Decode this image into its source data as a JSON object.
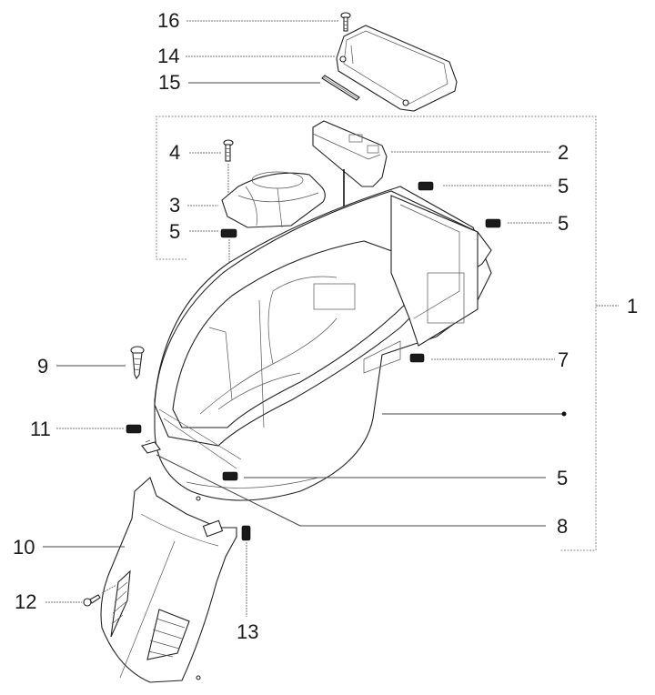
{
  "diagram": {
    "type": "exploded-parts-diagram",
    "subject": "Helmet compartment / under-seat storage assembly",
    "callouts": [
      {
        "id": "16",
        "label": "16",
        "part": "screw"
      },
      {
        "id": "14",
        "label": "14",
        "part": "battery cover"
      },
      {
        "id": "15",
        "label": "15",
        "part": "gasket strip"
      },
      {
        "id": "4",
        "label": "4",
        "part": "screw"
      },
      {
        "id": "3",
        "label": "3",
        "part": "dome cover"
      },
      {
        "id": "5a",
        "label": "5",
        "part": "clip nut"
      },
      {
        "id": "2",
        "label": "2",
        "part": "lid / flap"
      },
      {
        "id": "5b",
        "label": "5",
        "part": "clip nut"
      },
      {
        "id": "5c",
        "label": "5",
        "part": "clip nut"
      },
      {
        "id": "1",
        "label": "1",
        "part": "helmet compartment assembly"
      },
      {
        "id": "9",
        "label": "9",
        "part": "self-tapping screw"
      },
      {
        "id": "7",
        "label": "7",
        "part": "clip nut"
      },
      {
        "id": "11",
        "label": "11",
        "part": "clip nut"
      },
      {
        "id": "5d",
        "label": "5",
        "part": "clip nut"
      },
      {
        "id": "8",
        "label": "8",
        "part": "bracket clip"
      },
      {
        "id": "10",
        "label": "10",
        "part": "front mudguard / cover"
      },
      {
        "id": "12",
        "label": "12",
        "part": "screw"
      },
      {
        "id": "13",
        "label": "13",
        "part": "clip nut"
      }
    ]
  }
}
